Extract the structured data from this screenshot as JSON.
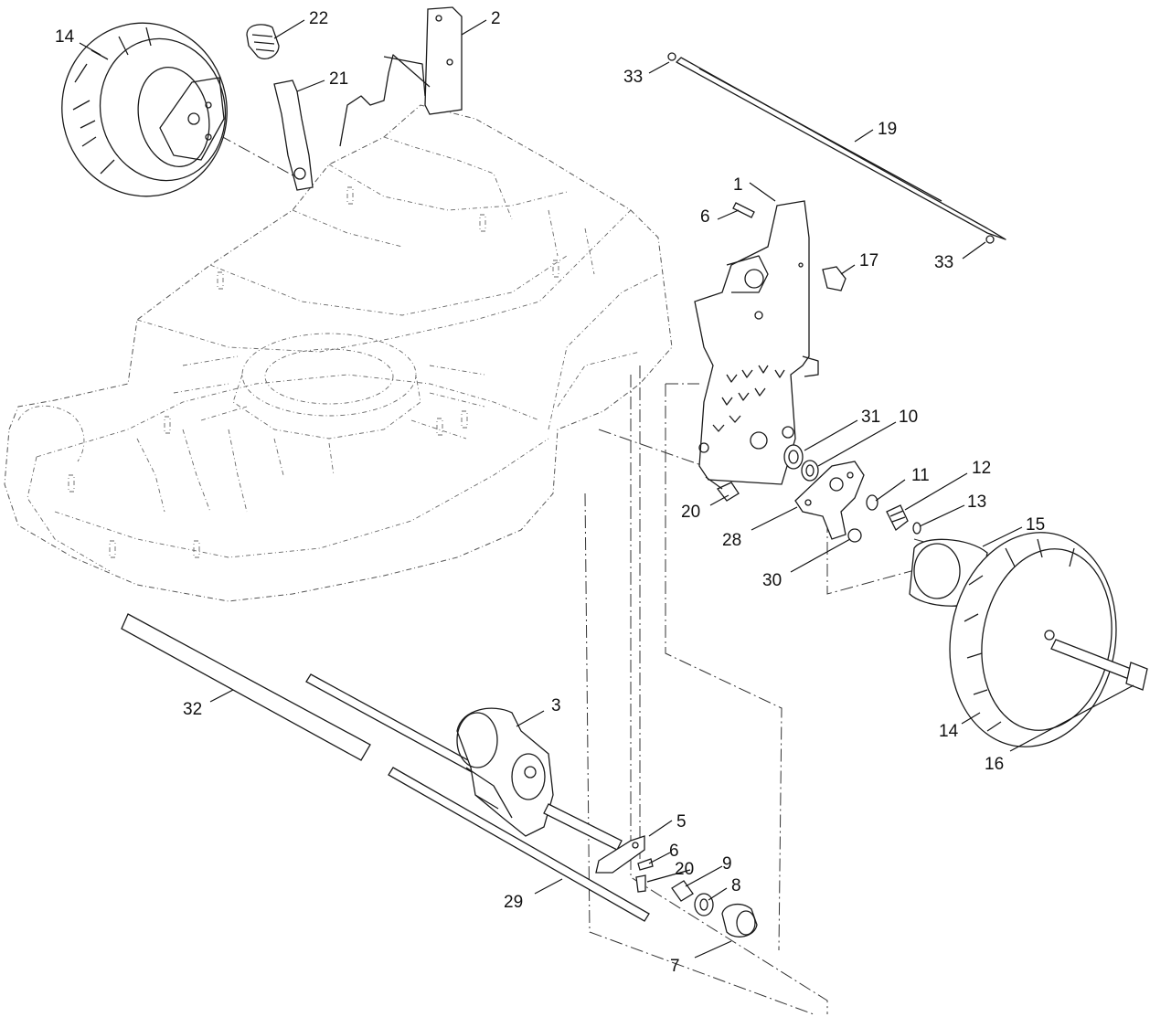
{
  "diagram": {
    "callouts": [
      {
        "id": "c14a",
        "text": "14"
      },
      {
        "id": "c22",
        "text": "22"
      },
      {
        "id": "c21",
        "text": "21"
      },
      {
        "id": "c2",
        "text": "2"
      },
      {
        "id": "c33a",
        "text": "33"
      },
      {
        "id": "c19",
        "text": "19"
      },
      {
        "id": "c1",
        "text": "1"
      },
      {
        "id": "c6a",
        "text": "6"
      },
      {
        "id": "c17",
        "text": "17"
      },
      {
        "id": "c33b",
        "text": "33"
      },
      {
        "id": "c31",
        "text": "31"
      },
      {
        "id": "c10",
        "text": "10"
      },
      {
        "id": "c11",
        "text": "11"
      },
      {
        "id": "c12",
        "text": "12"
      },
      {
        "id": "c13",
        "text": "13"
      },
      {
        "id": "c20a",
        "text": "20"
      },
      {
        "id": "c28",
        "text": "28"
      },
      {
        "id": "c15",
        "text": "15"
      },
      {
        "id": "c30",
        "text": "30"
      },
      {
        "id": "c14b",
        "text": "14"
      },
      {
        "id": "c16",
        "text": "16"
      },
      {
        "id": "c32",
        "text": "32"
      },
      {
        "id": "c3",
        "text": "3"
      },
      {
        "id": "c5",
        "text": "5"
      },
      {
        "id": "c6b",
        "text": "6"
      },
      {
        "id": "c20b",
        "text": "20"
      },
      {
        "id": "c9",
        "text": "9"
      },
      {
        "id": "c8",
        "text": "8"
      },
      {
        "id": "c29",
        "text": "29"
      },
      {
        "id": "c7",
        "text": "7"
      }
    ]
  }
}
